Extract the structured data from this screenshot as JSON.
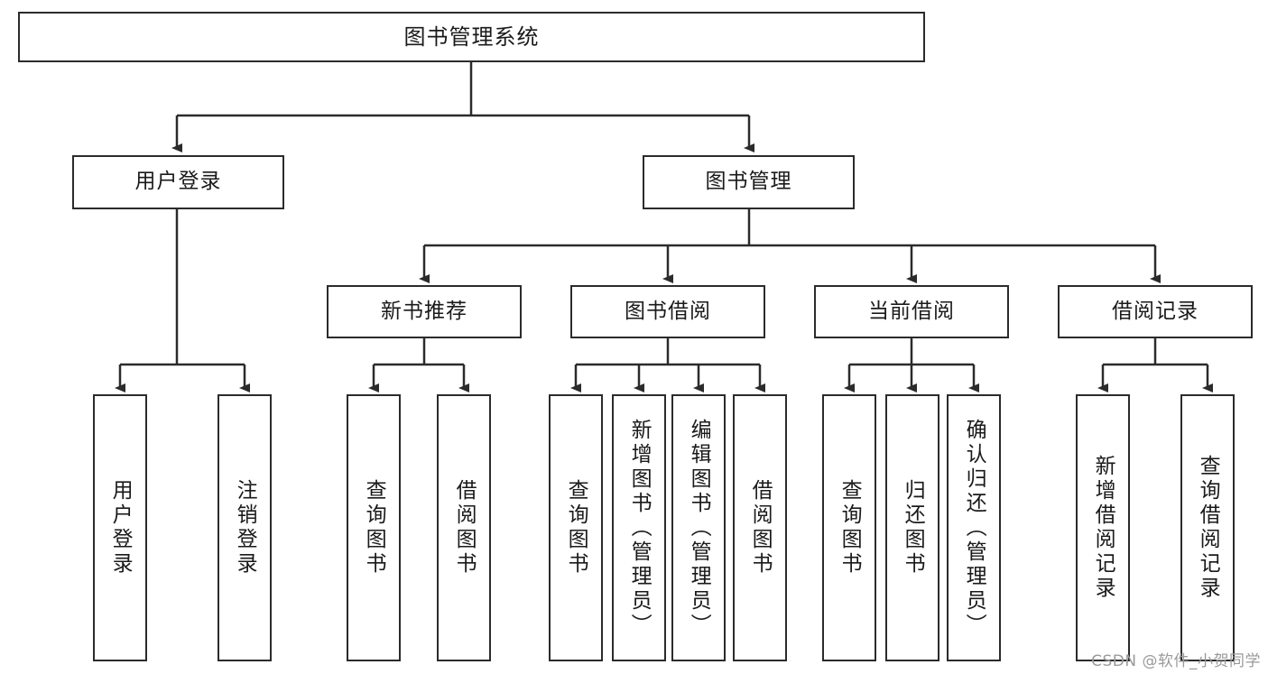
{
  "diagram": {
    "title": "图书管理系统",
    "type": "hierarchy-tree",
    "levels": 4,
    "root": {
      "label": "图书管理系统"
    },
    "level2": [
      {
        "label": "用户登录"
      },
      {
        "label": "图书管理"
      }
    ],
    "level3": [
      {
        "label": "新书推荐"
      },
      {
        "label": "图书借阅"
      },
      {
        "label": "当前借阅"
      },
      {
        "label": "借阅记录"
      }
    ],
    "leaves": {
      "user_login": [
        {
          "label": "用户登录"
        },
        {
          "label": "注销登录"
        }
      ],
      "new_book_recommend": [
        {
          "label": "查询图书"
        },
        {
          "label": "借阅图书"
        }
      ],
      "book_borrow": [
        {
          "label": "查询图书"
        },
        {
          "label": "新增图书（管理员）"
        },
        {
          "label": "编辑图书（管理员）"
        },
        {
          "label": "借阅图书"
        }
      ],
      "current_borrow": [
        {
          "label": "查询图书"
        },
        {
          "label": "归还图书"
        },
        {
          "label": "确认归还（管理员）"
        }
      ],
      "borrow_record": [
        {
          "label": "新增借阅记录"
        },
        {
          "label": "查询借阅记录"
        }
      ]
    }
  },
  "watermark": {
    "text": "CSDN @软件_小贺同学"
  },
  "colors": {
    "stroke": "#2b2b2b",
    "fill": "#ffffff",
    "text": "#1a1a1a",
    "watermark": "#9a9a9a"
  }
}
